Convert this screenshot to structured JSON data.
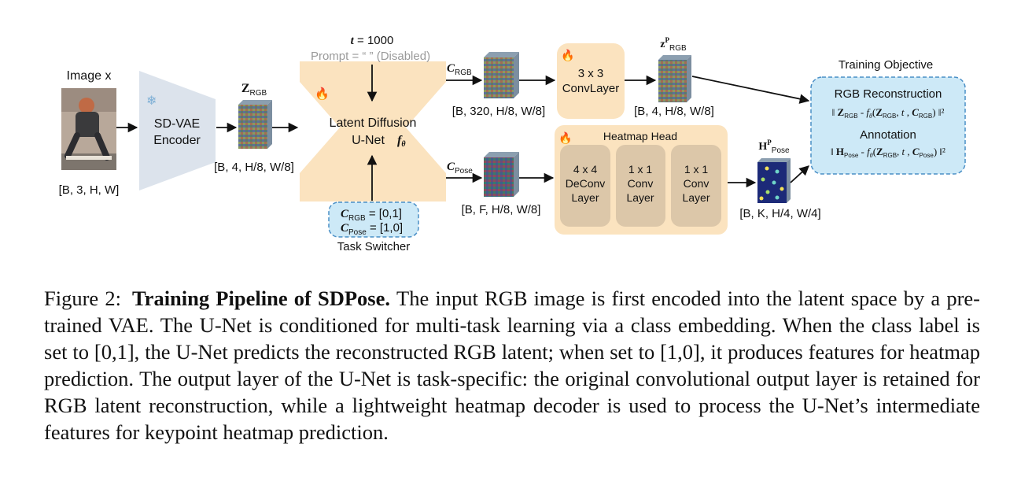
{
  "figure": {
    "input_image": {
      "title": "Image x",
      "shape": "[B, 3, H, W]"
    },
    "encoder": {
      "line1": "SD-VAE",
      "line2": "Encoder"
    },
    "latent": {
      "symbol": "Z",
      "sub": "RGB",
      "shape": "[B, 4, H/8, W/8]"
    },
    "timestep": {
      "var": "t",
      "rest": " = 1000"
    },
    "prompt": "Prompt = “ ” (Disabled)",
    "unet": {
      "line1": "Latent Diffusion",
      "line2": "U-Net"
    },
    "task_switcher": {
      "label": "Task Switcher",
      "rgb_sub": "RGB",
      "rgb_val": " = [0,1]",
      "pose_sub": "Pose",
      "pose_val": " = [1,0]"
    },
    "c_rgb": {
      "symbol": "C",
      "sub": "RGB",
      "shape": "[B, 320, H/8, W/8]"
    },
    "c_pose": {
      "symbol": "C",
      "sub": "Pose",
      "shape": "[B, F, H/8, W/8]"
    },
    "conv_layer": {
      "line1": "3 x 3",
      "line2": "ConvLayer"
    },
    "z_pred": {
      "symbol": "z",
      "sup": "P",
      "sub": "RGB",
      "shape": "[B, 4, H/8, W/8]"
    },
    "heatmap_head": {
      "title": "Heatmap Head",
      "blocks": [
        {
          "l1": "4 x 4",
          "l2": "DeConv",
          "l3": "Layer"
        },
        {
          "l1": "1 x 1",
          "l2": "Conv",
          "l3": "Layer"
        },
        {
          "l1": "1 x 1",
          "l2": "Conv",
          "l3": "Layer"
        }
      ]
    },
    "h_pred": {
      "symbol": "H",
      "sup": "P",
      "sub": "Pose",
      "shape": "[B, K, H/4, W/4]"
    },
    "objective": {
      "title": "Training Objective",
      "rgb_title": "RGB Reconstruction",
      "annotation_title": "Annotation"
    },
    "colors": {
      "encoder_fill": "#dce3ec",
      "unet_fill": "#fbe3bf",
      "blue_box_fill": "#cde9f7",
      "blue_box_stroke": "#4a8fc6",
      "block_fill": "#dcc7a9",
      "heatmap_bg": "#1c2a78"
    }
  },
  "caption": {
    "label": "Figure 2:",
    "title": "Training Pipeline of SDPose.",
    "text": "The input RGB image is first encoded into the latent space by a pre-trained VAE. The U-Net is conditioned for multi-task learning via a class embedding. When the class label is set to [0,1], the U-Net predicts the reconstructed RGB latent; when set to [1,0], it produces features for heatmap prediction. The output layer of the U-Net is task-specific: the original convolutional output layer is retained for RGB latent reconstruction, while a lightweight heatmap decoder is used to process the U-Net’s intermediate features for keypoint heatmap prediction."
  }
}
